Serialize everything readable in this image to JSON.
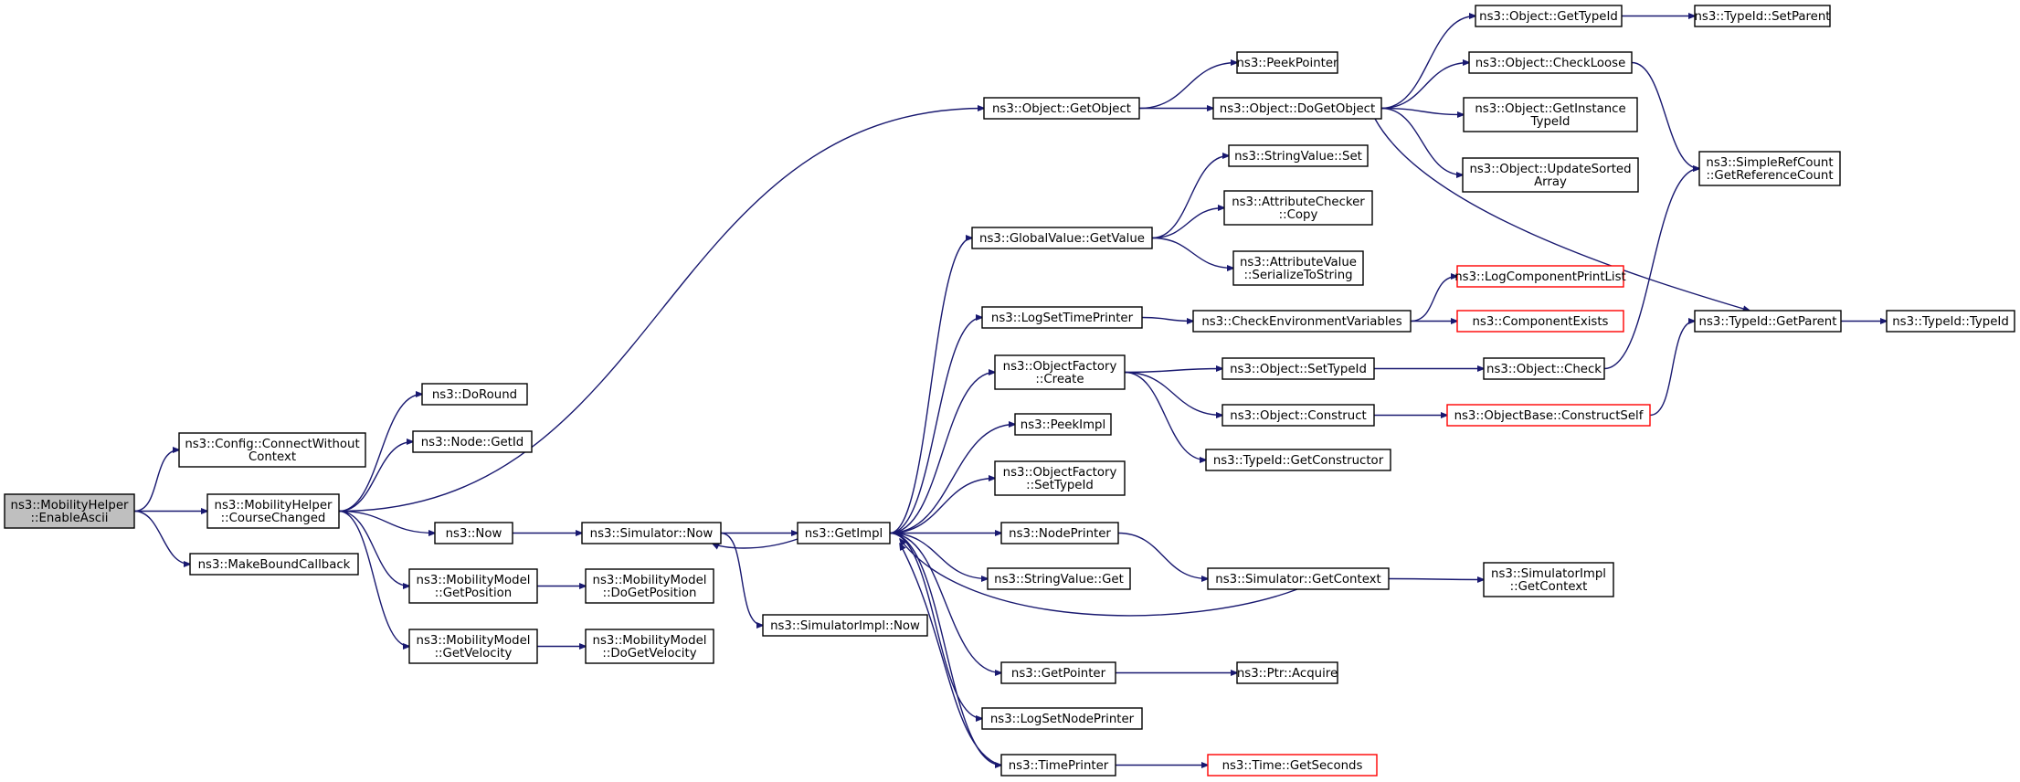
{
  "theme": {
    "edge_color": "#191970",
    "root_fill": "#bfbfbf",
    "highlight_stroke": "#ff0000"
  },
  "nodes": [
    {
      "id": "n0",
      "label": [
        "ns3::MobilityHelper",
        "::EnableAscii"
      ],
      "root": true
    },
    {
      "id": "n1",
      "label": [
        "ns3::Config::ConnectWithout",
        "Context"
      ]
    },
    {
      "id": "n2",
      "label": [
        "ns3::MobilityHelper",
        "::CourseChanged"
      ]
    },
    {
      "id": "n3",
      "label": [
        "ns3::MakeBoundCallback"
      ]
    },
    {
      "id": "n4",
      "label": [
        "ns3::DoRound"
      ]
    },
    {
      "id": "n5",
      "label": [
        "ns3::Node::GetId"
      ]
    },
    {
      "id": "n6",
      "label": [
        "ns3::Now"
      ]
    },
    {
      "id": "n7",
      "label": [
        "ns3::MobilityModel",
        "::GetPosition"
      ]
    },
    {
      "id": "n8",
      "label": [
        "ns3::MobilityModel",
        "::GetVelocity"
      ]
    },
    {
      "id": "n9",
      "label": [
        "ns3::Object::GetObject"
      ]
    },
    {
      "id": "n10",
      "label": [
        "ns3::Simulator::Now"
      ]
    },
    {
      "id": "n11",
      "label": [
        "ns3::MobilityModel",
        "::DoGetPosition"
      ]
    },
    {
      "id": "n12",
      "label": [
        "ns3::MobilityModel",
        "::DoGetVelocity"
      ]
    },
    {
      "id": "n13",
      "label": [
        "ns3::GetImpl"
      ]
    },
    {
      "id": "n14",
      "label": [
        "ns3::SimulatorImpl::Now"
      ]
    },
    {
      "id": "n15",
      "label": [
        "ns3::PeekPointer"
      ]
    },
    {
      "id": "n16",
      "label": [
        "ns3::Object::DoGetObject"
      ]
    },
    {
      "id": "n17",
      "label": [
        "ns3::GlobalValue::GetValue"
      ]
    },
    {
      "id": "n18",
      "label": [
        "ns3::LogSetTimePrinter"
      ]
    },
    {
      "id": "n19",
      "label": [
        "ns3::ObjectFactory",
        "::Create"
      ]
    },
    {
      "id": "n20",
      "label": [
        "ns3::PeekImpl"
      ]
    },
    {
      "id": "n21",
      "label": [
        "ns3::ObjectFactory",
        "::SetTypeId"
      ]
    },
    {
      "id": "n22",
      "label": [
        "ns3::NodePrinter"
      ]
    },
    {
      "id": "n23",
      "label": [
        "ns3::StringValue::Get"
      ]
    },
    {
      "id": "n24",
      "label": [
        "ns3::GetPointer"
      ]
    },
    {
      "id": "n25",
      "label": [
        "ns3::LogSetNodePrinter"
      ]
    },
    {
      "id": "n26",
      "label": [
        "ns3::TimePrinter"
      ]
    },
    {
      "id": "n27",
      "label": [
        "ns3::Object::GetTypeId"
      ]
    },
    {
      "id": "n28",
      "label": [
        "ns3::Object::CheckLoose"
      ]
    },
    {
      "id": "n29",
      "label": [
        "ns3::Object::GetInstance",
        "TypeId"
      ]
    },
    {
      "id": "n30",
      "label": [
        "ns3::Object::UpdateSorted",
        "Array"
      ]
    },
    {
      "id": "n31",
      "label": [
        "ns3::StringValue::Set"
      ]
    },
    {
      "id": "n32",
      "label": [
        "ns3::AttributeChecker",
        "::Copy"
      ]
    },
    {
      "id": "n33",
      "label": [
        "ns3::AttributeValue",
        "::SerializeToString"
      ]
    },
    {
      "id": "n34",
      "label": [
        "ns3::CheckEnvironmentVariables"
      ]
    },
    {
      "id": "n35",
      "label": [
        "ns3::Object::SetTypeId"
      ]
    },
    {
      "id": "n36",
      "label": [
        "ns3::Object::Construct"
      ]
    },
    {
      "id": "n37",
      "label": [
        "ns3::TypeId::GetConstructor"
      ]
    },
    {
      "id": "n38",
      "label": [
        "ns3::Simulator::GetContext"
      ]
    },
    {
      "id": "n39",
      "label": [
        "ns3::Ptr::Acquire"
      ]
    },
    {
      "id": "n40",
      "label": [
        "ns3::Time::GetSeconds"
      ],
      "red": true
    },
    {
      "id": "n41",
      "label": [
        "ns3::TypeId::SetParent"
      ]
    },
    {
      "id": "n42",
      "label": [
        "ns3::SimpleRefCount",
        "::GetReferenceCount"
      ]
    },
    {
      "id": "n43",
      "label": [
        "ns3::TypeId::GetParent"
      ]
    },
    {
      "id": "n44",
      "label": [
        "ns3::LogComponentPrintList"
      ],
      "red": true
    },
    {
      "id": "n45",
      "label": [
        "ns3::ComponentExists"
      ],
      "red": true
    },
    {
      "id": "n46",
      "label": [
        "ns3::Object::Check"
      ]
    },
    {
      "id": "n47",
      "label": [
        "ns3::ObjectBase::ConstructSelf"
      ],
      "red": true
    },
    {
      "id": "n48",
      "label": [
        "ns3::SimulatorImpl",
        "::GetContext"
      ]
    },
    {
      "id": "n49",
      "label": [
        "ns3::TypeId::TypeId"
      ]
    }
  ],
  "edges": [
    [
      "n0",
      "n1"
    ],
    [
      "n0",
      "n2"
    ],
    [
      "n0",
      "n3"
    ],
    [
      "n2",
      "n4"
    ],
    [
      "n2",
      "n5"
    ],
    [
      "n2",
      "n6"
    ],
    [
      "n2",
      "n7"
    ],
    [
      "n2",
      "n8"
    ],
    [
      "n2",
      "n9"
    ],
    [
      "n6",
      "n10"
    ],
    [
      "n7",
      "n11"
    ],
    [
      "n8",
      "n12"
    ],
    [
      "n10",
      "n13"
    ],
    [
      "n10",
      "n14"
    ],
    [
      "n9",
      "n15"
    ],
    [
      "n9",
      "n16"
    ],
    [
      "n13",
      "n17"
    ],
    [
      "n13",
      "n18"
    ],
    [
      "n13",
      "n19"
    ],
    [
      "n13",
      "n20"
    ],
    [
      "n13",
      "n21"
    ],
    [
      "n13",
      "n22"
    ],
    [
      "n13",
      "n23"
    ],
    [
      "n13",
      "n24"
    ],
    [
      "n13",
      "n25"
    ],
    [
      "n13",
      "n26"
    ],
    [
      "n13",
      "n10"
    ],
    [
      "n16",
      "n27"
    ],
    [
      "n16",
      "n28"
    ],
    [
      "n16",
      "n29"
    ],
    [
      "n16",
      "n30"
    ],
    [
      "n16",
      "n43"
    ],
    [
      "n17",
      "n31"
    ],
    [
      "n17",
      "n32"
    ],
    [
      "n17",
      "n33"
    ],
    [
      "n18",
      "n34"
    ],
    [
      "n34",
      "n44"
    ],
    [
      "n34",
      "n45"
    ],
    [
      "n19",
      "n35"
    ],
    [
      "n19",
      "n36"
    ],
    [
      "n19",
      "n37"
    ],
    [
      "n22",
      "n38"
    ],
    [
      "n38",
      "n48"
    ],
    [
      "n38",
      "n13"
    ],
    [
      "n24",
      "n39"
    ],
    [
      "n26",
      "n40"
    ],
    [
      "n26",
      "n13"
    ],
    [
      "n27",
      "n41"
    ],
    [
      "n28",
      "n42"
    ],
    [
      "n35",
      "n46"
    ],
    [
      "n46",
      "n42"
    ],
    [
      "n36",
      "n47"
    ],
    [
      "n47",
      "n43"
    ],
    [
      "n43",
      "n49"
    ]
  ]
}
